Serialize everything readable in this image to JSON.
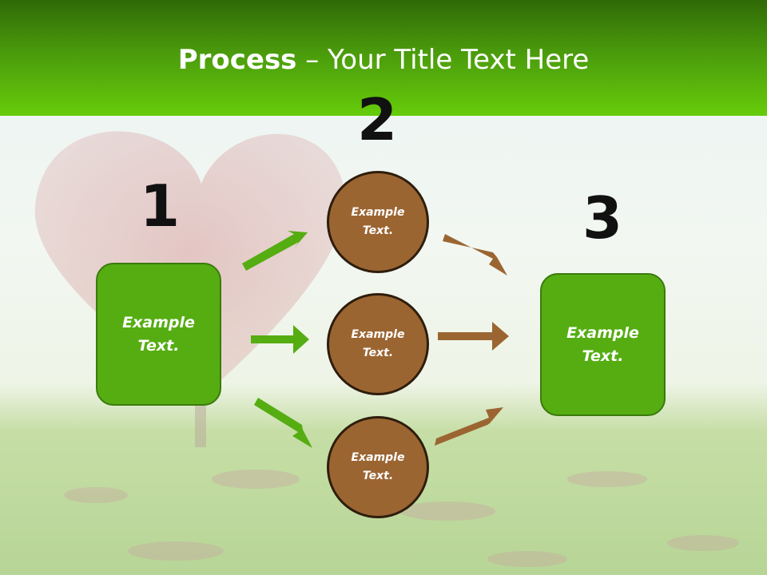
{
  "slide": {
    "title_bold": "Process",
    "title_rest": " – Your Title Text Here"
  },
  "steps": {
    "step1": {
      "number": "1",
      "text": "Example Text."
    },
    "step2": {
      "number": "2",
      "circles": [
        "Example Text.",
        "Example Text.",
        "Example Text."
      ]
    },
    "step3": {
      "number": "3",
      "text": "Example Text."
    }
  },
  "colors": {
    "header_green": "#4a9a0c",
    "box_green": "#55ad12",
    "circle_brown": "#9b6532",
    "green_arrow": "#55ad12",
    "brown_arrow": "#9b6532"
  }
}
